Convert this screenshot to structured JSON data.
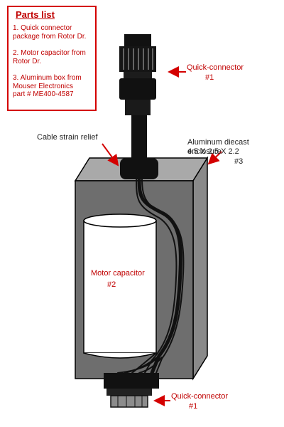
{
  "parts_list": {
    "title": "Parts list",
    "items": [
      "1. Quick connector\npackage from Rotor Dr.",
      "2. Motor capacitor from\nRotor Dr.",
      "3. Aluminum box from\nMouser Electronics\npart #  ME400-4587"
    ]
  },
  "labels": {
    "top_connector": "Quick-connector",
    "top_connector_num": "#1",
    "strain_relief": "Cable strain relief",
    "enclosure": "Aluminum diecast enclosure",
    "enclosure_dims": "4.5 X 2.5 X 2.2",
    "enclosure_num": "#3",
    "capacitor": "Motor capacitor",
    "capacitor_num": "#2",
    "bottom_connector": "Quick-connector",
    "bottom_connector_num": "#1"
  },
  "colors": {
    "label_red": "#c00000",
    "box_face": "#6e6e6e",
    "box_top": "#a9a9a9",
    "box_side": "#8a8a8a",
    "connector": "#111111"
  }
}
